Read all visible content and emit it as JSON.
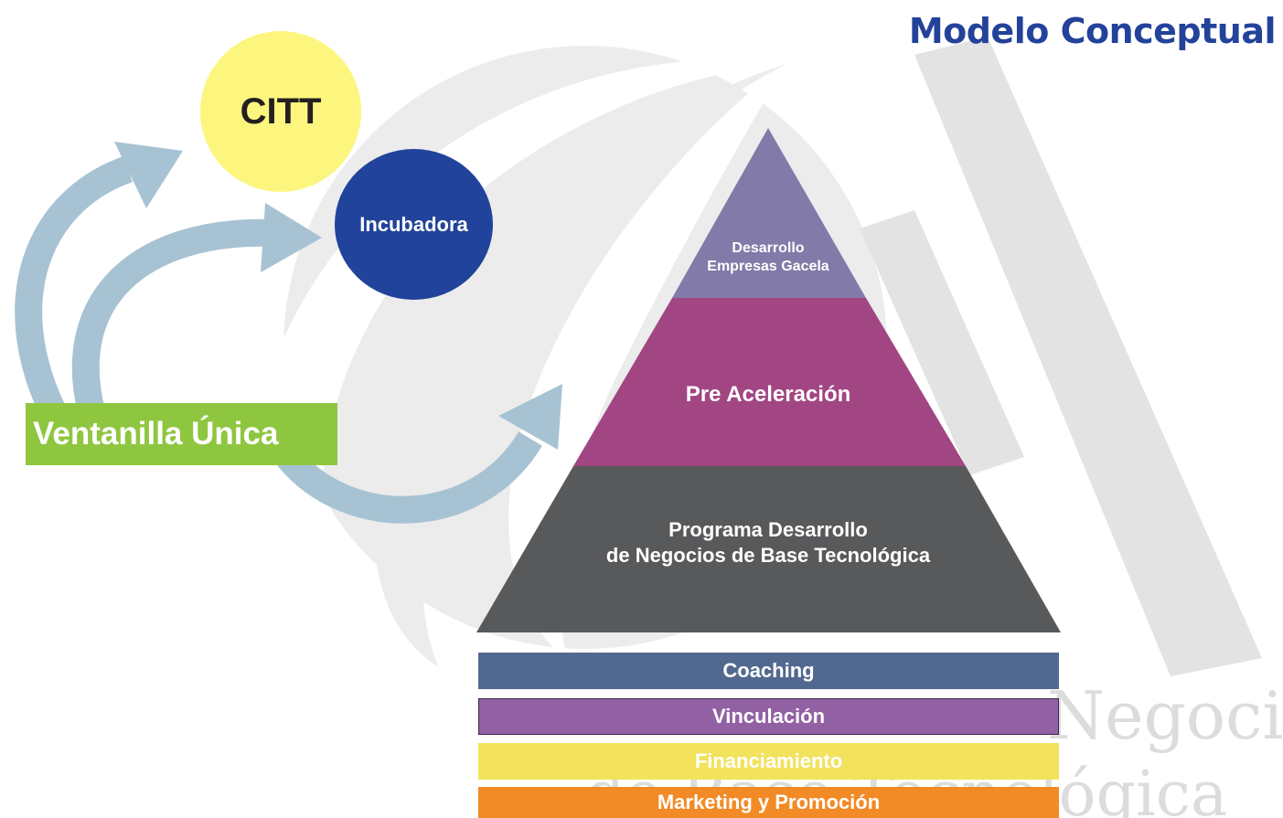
{
  "title": "Modelo Conceptual",
  "nodes": {
    "citt": "CITT",
    "incubadora": "Incubadora",
    "ventanilla": "Ventanilla Única"
  },
  "pyramid": {
    "top_line1": "Desarrollo",
    "top_line2": "Empresas Gacela",
    "middle": "Pre Aceleración",
    "bottom_line1": "Programa Desarrollo",
    "bottom_line2": "de Negocios de Base Tecnológica"
  },
  "bars": {
    "coaching": "Coaching",
    "vinculacion": "Vinculación",
    "financiamiento": "Financiamiento",
    "marketing": "Marketing y Promoción"
  },
  "watermark": {
    "line1": "Negocios",
    "line2": "de Base Tecnológica"
  },
  "colors": {
    "title": "#23429a",
    "citt": "#fcf67e",
    "incubadora": "#21439b",
    "ventanilla": "#8fc640",
    "arrows": "#a7c3d3",
    "pyramid_top": "#827aa8",
    "pyramid_middle": "#a14683",
    "pyramid_bottom": "#58595b",
    "coaching": "#52698f",
    "vinculacion": "#9261a3",
    "financiamiento": "#f2e25c",
    "marketing": "#f28a25"
  }
}
